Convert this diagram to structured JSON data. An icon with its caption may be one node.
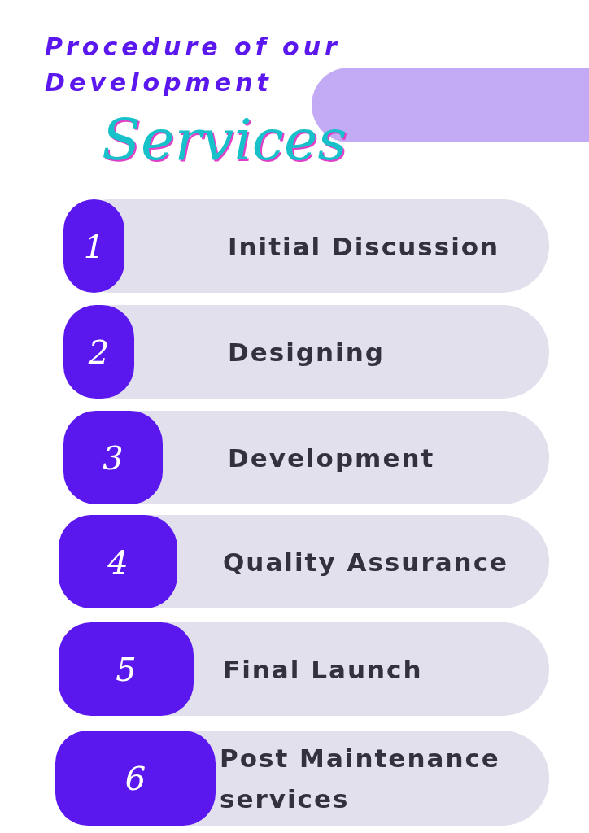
{
  "diagram": {
    "title": "Procedure of our Development",
    "nodes": [
      {
        "text": [
          "Initial Discussion"
        ]
      },
      {
        "text": [
          "1"
        ],
        "in": 0
      },
      {
        "text": [
          "Designing"
        ]
      },
      {
        "text": [
          "2"
        ],
        "in": 2
      },
      {
        "text": [
          "Development"
        ]
      },
      {
        "text": [
          "3"
        ],
        "in": 4
      },
      {
        "text": [
          "Quality Assurance"
        ]
      },
      {
        "text": [
          "4"
        ],
        "in": 6
      },
      {
        "text": [
          "Final Launch"
        ]
      },
      {
        "text": [
          "5"
        ],
        "in": 8
      },
      {
        "text": [
          "Post Maintenance services"
        ]
      },
      {
        "text": [
          "6"
        ],
        "in": 10
      }
    ],
    "edges": [],
    "labels": [
      "Services"
    ]
  }
}
